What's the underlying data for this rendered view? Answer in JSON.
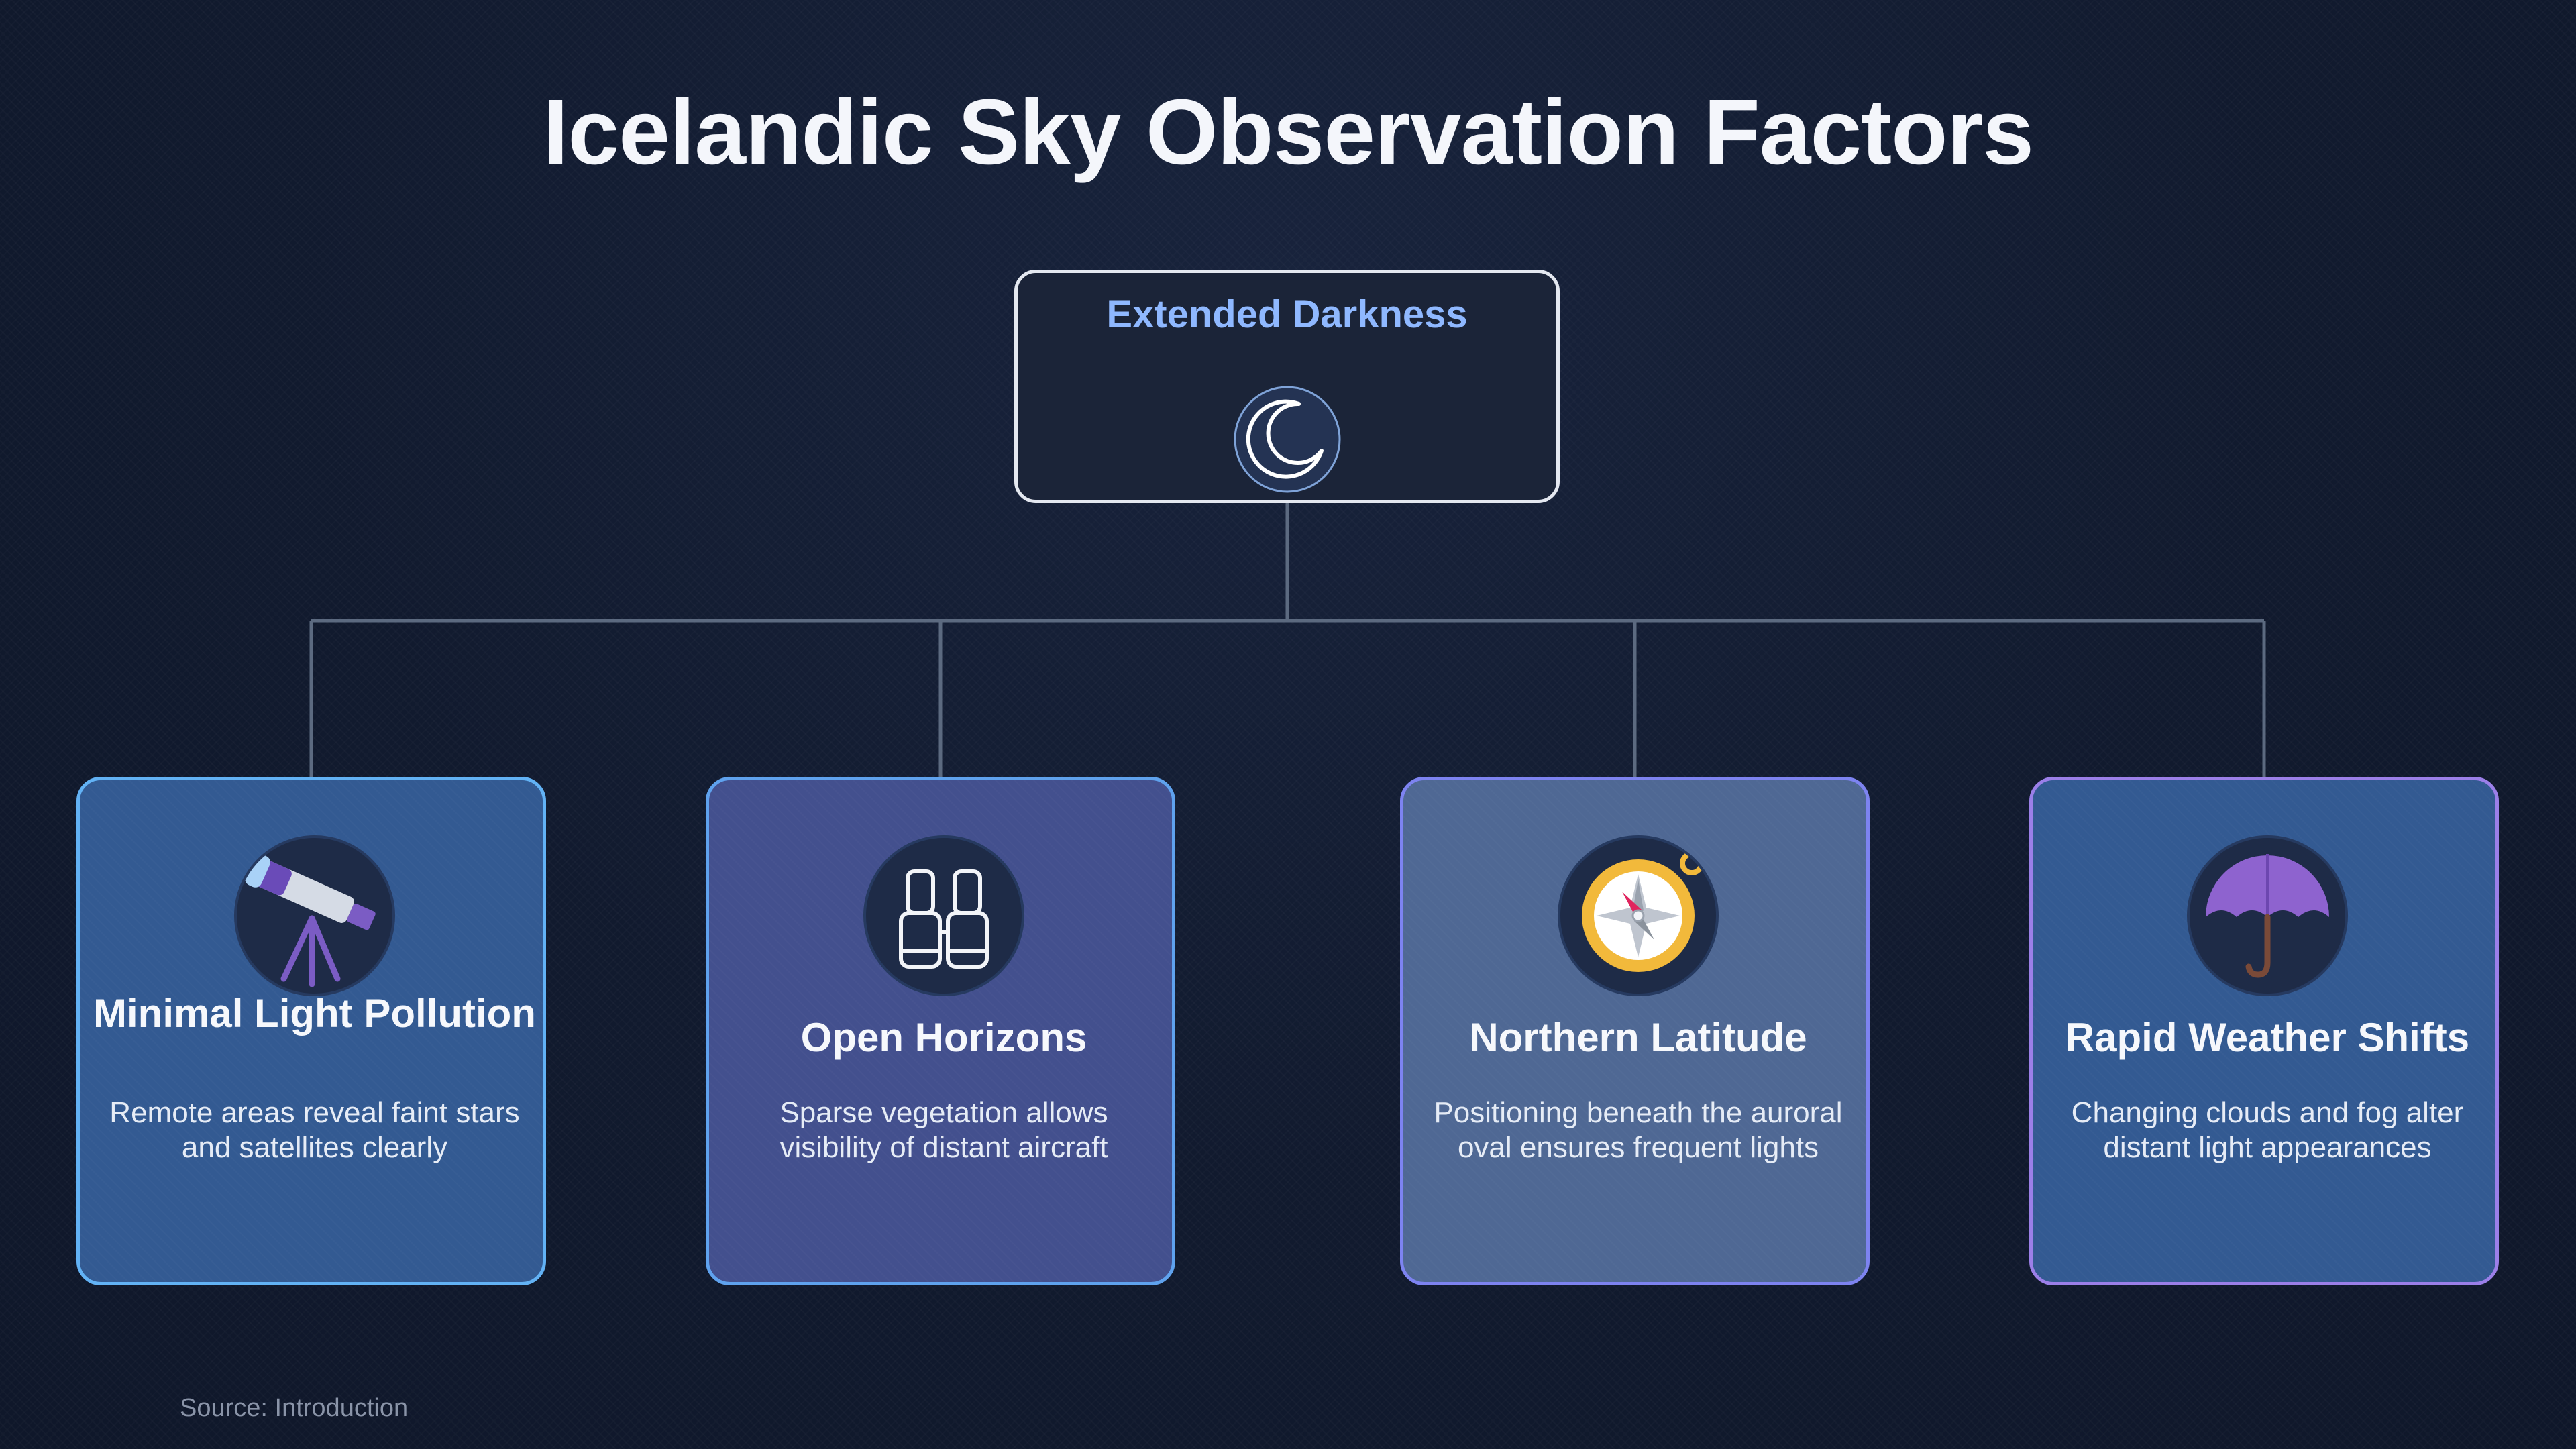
{
  "title": "Icelandic Sky Observation Factors",
  "root": {
    "label": "Extended Darkness",
    "icon": "crescent-moon-icon"
  },
  "factors": [
    {
      "title": "Minimal Light Pollution",
      "description": "Remote areas reveal faint stars and satellites clearly",
      "icon": "telescope-icon"
    },
    {
      "title": "Open Horizons",
      "description": "Sparse vegetation allows visibility of distant aircraft",
      "icon": "binoculars-icon"
    },
    {
      "title": "Northern Latitude",
      "description": "Positioning beneath the auroral oval ensures frequent lights",
      "icon": "compass-icon"
    },
    {
      "title": "Rapid Weather Shifts",
      "description": "Changing clouds and fog alter distant light appearances",
      "icon": "umbrella-icon"
    }
  ],
  "source": "Source: Introduction",
  "colors": {
    "background": "#111a2e",
    "root_label": "#8fb8ff",
    "connector": "#5c6a80"
  }
}
